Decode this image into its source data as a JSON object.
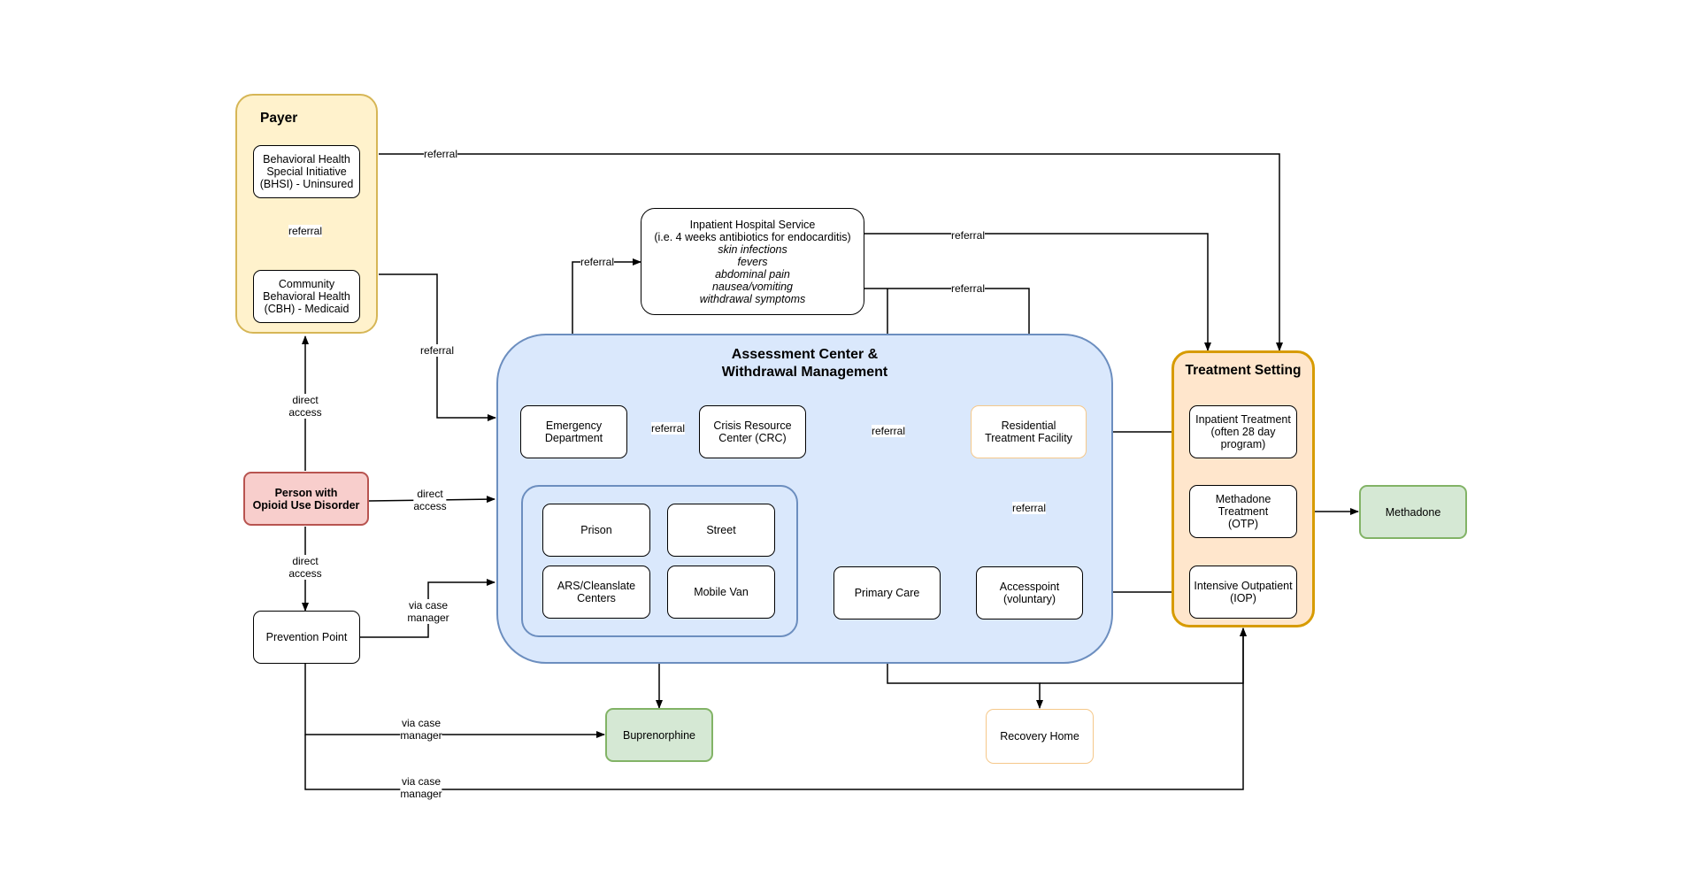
{
  "groups": {
    "payer": {
      "title": "Payer"
    },
    "assessment": {
      "title_line1": "Assessment Center &",
      "title_line2": "Withdrawal Management"
    },
    "treatment": {
      "title": "Treatment Setting"
    }
  },
  "nodes": {
    "bhsi": [
      "Behavioral Health",
      "Special Initiative",
      "(BHSI) - Uninsured"
    ],
    "cbh": [
      "Community",
      "Behavioral Health",
      "(CBH) - Medicaid"
    ],
    "person": [
      "Person with",
      "Opioid Use Disorder"
    ],
    "prevention": "Prevention Point",
    "inpatient_hospital": {
      "line1": "Inpatient Hospital Service",
      "line2": "(i.e. 4 weeks antibiotics for endocarditis)",
      "symptoms": [
        "skin infections",
        "fevers",
        "abdominal pain",
        "nausea/vomiting",
        "withdrawal symptoms"
      ]
    },
    "emergency": [
      "Emergency",
      "Department"
    ],
    "crisis": [
      "Crisis Resource",
      "Center (CRC)"
    ],
    "residential": [
      "Residential",
      "Treatment Facility"
    ],
    "prison": "Prison",
    "street": "Street",
    "ars": [
      "ARS/Cleanslate",
      "Centers"
    ],
    "mobile_van": "Mobile Van",
    "primary_care": "Primary Care",
    "accesspoint": [
      "Accesspoint",
      "(voluntary)"
    ],
    "inpatient_treatment": [
      "Inpatient Treatment",
      "(often 28 day",
      "program)"
    ],
    "methadone_treatment": [
      "Methadone",
      "Treatment",
      "(OTP)"
    ],
    "iop": [
      "Intensive Outpatient",
      "(IOP)"
    ],
    "methadone": "Methadone",
    "buprenorphine": "Buprenorphine",
    "recovery_home": "Recovery Home"
  },
  "edge_labels": {
    "referral": "referral",
    "direct_access": [
      "direct",
      "access"
    ],
    "via_case_manager": [
      "via case",
      "manager"
    ]
  },
  "colors": {
    "payer_fill": "#fff2cc",
    "payer_stroke": "#d6b656",
    "assessment_fill": "#dae8fc",
    "assessment_stroke": "#6c8ebf",
    "treatment_fill": "#ffe6cc",
    "treatment_stroke": "#d79b00",
    "person_fill": "#f8cecc",
    "person_stroke": "#b85450",
    "drug_fill": "#d5e8d4",
    "drug_stroke": "#82b366",
    "residential_stroke": "#f5c88a"
  }
}
